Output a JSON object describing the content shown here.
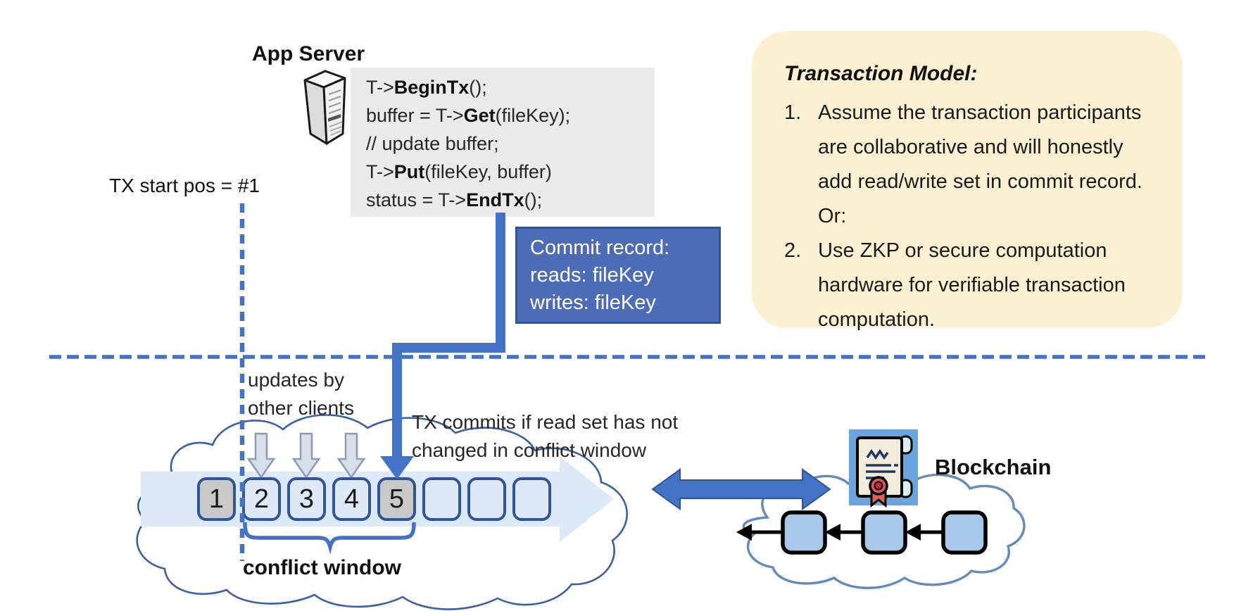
{
  "app_server": {
    "label": "App Server"
  },
  "code_block": {
    "lines": [
      {
        "pre": "T->",
        "bold": "BeginTx",
        "post": "();"
      },
      {
        "pre": "buffer = T->",
        "bold": "Get",
        "post": "(fileKey);"
      },
      {
        "pre": "// update buffer;",
        "bold": "",
        "post": ""
      },
      {
        "pre": "T->",
        "bold": "Put",
        "post": "(fileKey, buffer)"
      },
      {
        "pre": "status = T->",
        "bold": "EndTx",
        "post": "();"
      }
    ]
  },
  "tx_start": {
    "label": "TX start pos = #1"
  },
  "commit_record": {
    "lines": [
      "Commit record:",
      "reads: fileKey",
      "writes: fileKey"
    ]
  },
  "note": {
    "title": "Transaction Model:",
    "items": [
      {
        "num": "1.",
        "text": "Assume the transaction participants are collaborative and will honestly add read/write set in commit record.  Or:"
      },
      {
        "num": "2.",
        "text": "Use ZKP or secure computation hardware for verifiable transaction computation."
      }
    ]
  },
  "timeline": {
    "slots": [
      {
        "label": "1",
        "highlighted": true
      },
      {
        "label": "2",
        "highlighted": false
      },
      {
        "label": "3",
        "highlighted": false
      },
      {
        "label": "4",
        "highlighted": false
      },
      {
        "label": "5",
        "highlighted": true
      },
      {
        "label": "",
        "highlighted": false
      },
      {
        "label": "",
        "highlighted": false
      },
      {
        "label": "",
        "highlighted": false
      }
    ],
    "updates_label": "updates by other clients",
    "commits_label": "TX commits if read set has not changed in conflict window",
    "conflict_label": "conflict window"
  },
  "blockchain": {
    "label": "Blockchain"
  },
  "colors": {
    "accent_blue": "#4472C4",
    "border_blue": "#2F5597",
    "commit_box_fill": "#4D6CB8",
    "note_bg": "#FBF1D2",
    "code_bg": "#EAEAEA",
    "slot_blue": "#DEE9F7",
    "slot_gray": "#C9C9C9",
    "band_blue": "#DCE9F7",
    "chain_block_fill": "#A9C7E8",
    "cloud_stroke": "#3A5FA5",
    "gray_arrow_fill": "#D9DEE8"
  }
}
